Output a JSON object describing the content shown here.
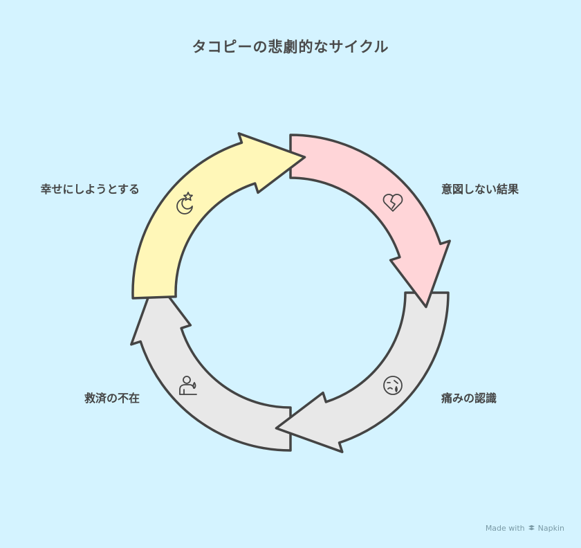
{
  "title": "タコピーの悲劇的なサイクル",
  "stages": [
    {
      "label": "幸せにしようとする",
      "icon": "star-moon-icon",
      "color": "#fff7b8"
    },
    {
      "label": "意図しない結果",
      "icon": "broken-heart-icon",
      "color": "#ffd5d8"
    },
    {
      "label": "痛みの認識",
      "icon": "drama-mask-icon",
      "color": "#e8e8e8"
    },
    {
      "label": "救済の不在",
      "icon": "crying-person-icon",
      "color": "#e8e8e8"
    }
  ],
  "colors": {
    "background": "#d4f3ff",
    "outline": "#444444",
    "text": "#444444"
  },
  "footer": {
    "made_with": "Made with",
    "brand": "Napkin"
  }
}
